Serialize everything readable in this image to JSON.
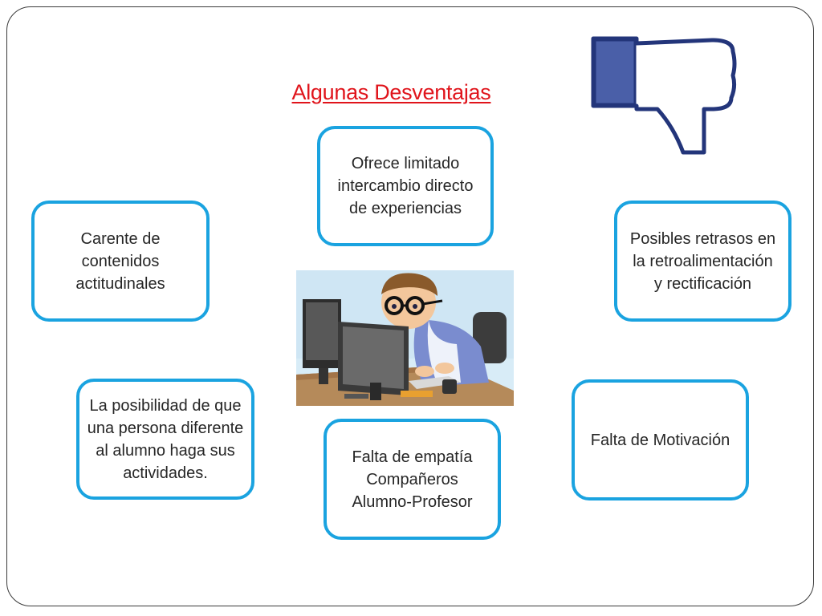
{
  "title": "Algunas Desventajas",
  "boxes": {
    "top": [
      "Ofrece limitado",
      "intercambio directo",
      "de experiencias"
    ],
    "left": [
      "Carente de",
      "contenidos",
      "actitudinales"
    ],
    "right": [
      "Posibles retrasos en",
      "la retroalimentación",
      "y rectificación"
    ],
    "bottom_left": [
      "La posibilidad de que",
      "una persona diferente",
      "al alumno haga sus",
      "actividades."
    ],
    "bottom": [
      "Falta de empatía",
      "Compañeros",
      "Alumno-Profesor"
    ],
    "bottom_right": [
      "Falta de Motivación"
    ]
  },
  "icons": {
    "thumb": "thumbs-down-icon",
    "illustration": "person-at-computer-illustration"
  },
  "colors": {
    "title": "#e0141b",
    "box_border": "#1aa3e0",
    "thumb_fill": "#4a5fa8"
  }
}
